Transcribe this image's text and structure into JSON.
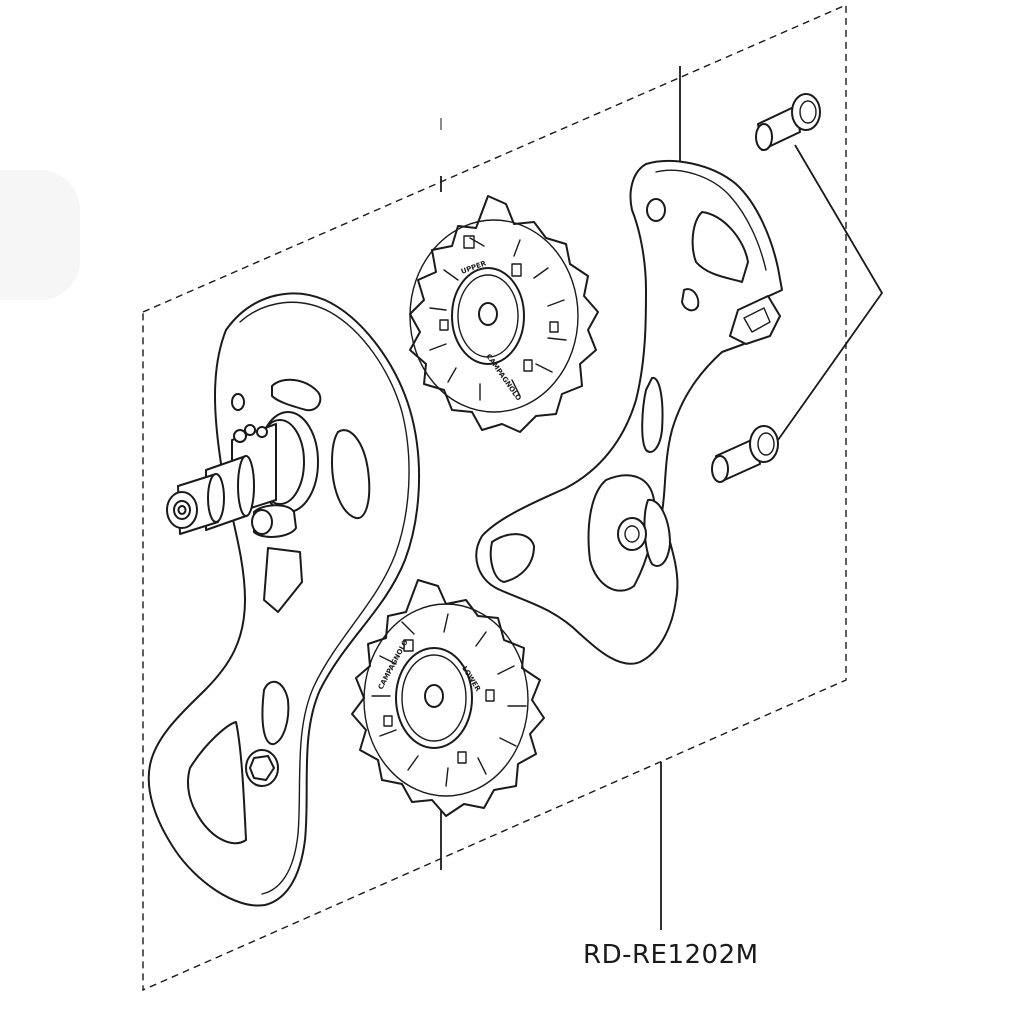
{
  "diagram": {
    "part_number": "RD-RE1202M",
    "upper_pulley_text": "UPPER",
    "lower_pulley_text": "LOWER",
    "brand_text": "CAMPAGNOLO",
    "colors": {
      "line": "#1a1a1a",
      "background": "#ffffff"
    },
    "components": [
      "outer-cage-plate-icon",
      "upper-pulley-icon",
      "lower-pulley-icon",
      "inner-cage-plate-icon",
      "cage-screw-icon"
    ]
  }
}
